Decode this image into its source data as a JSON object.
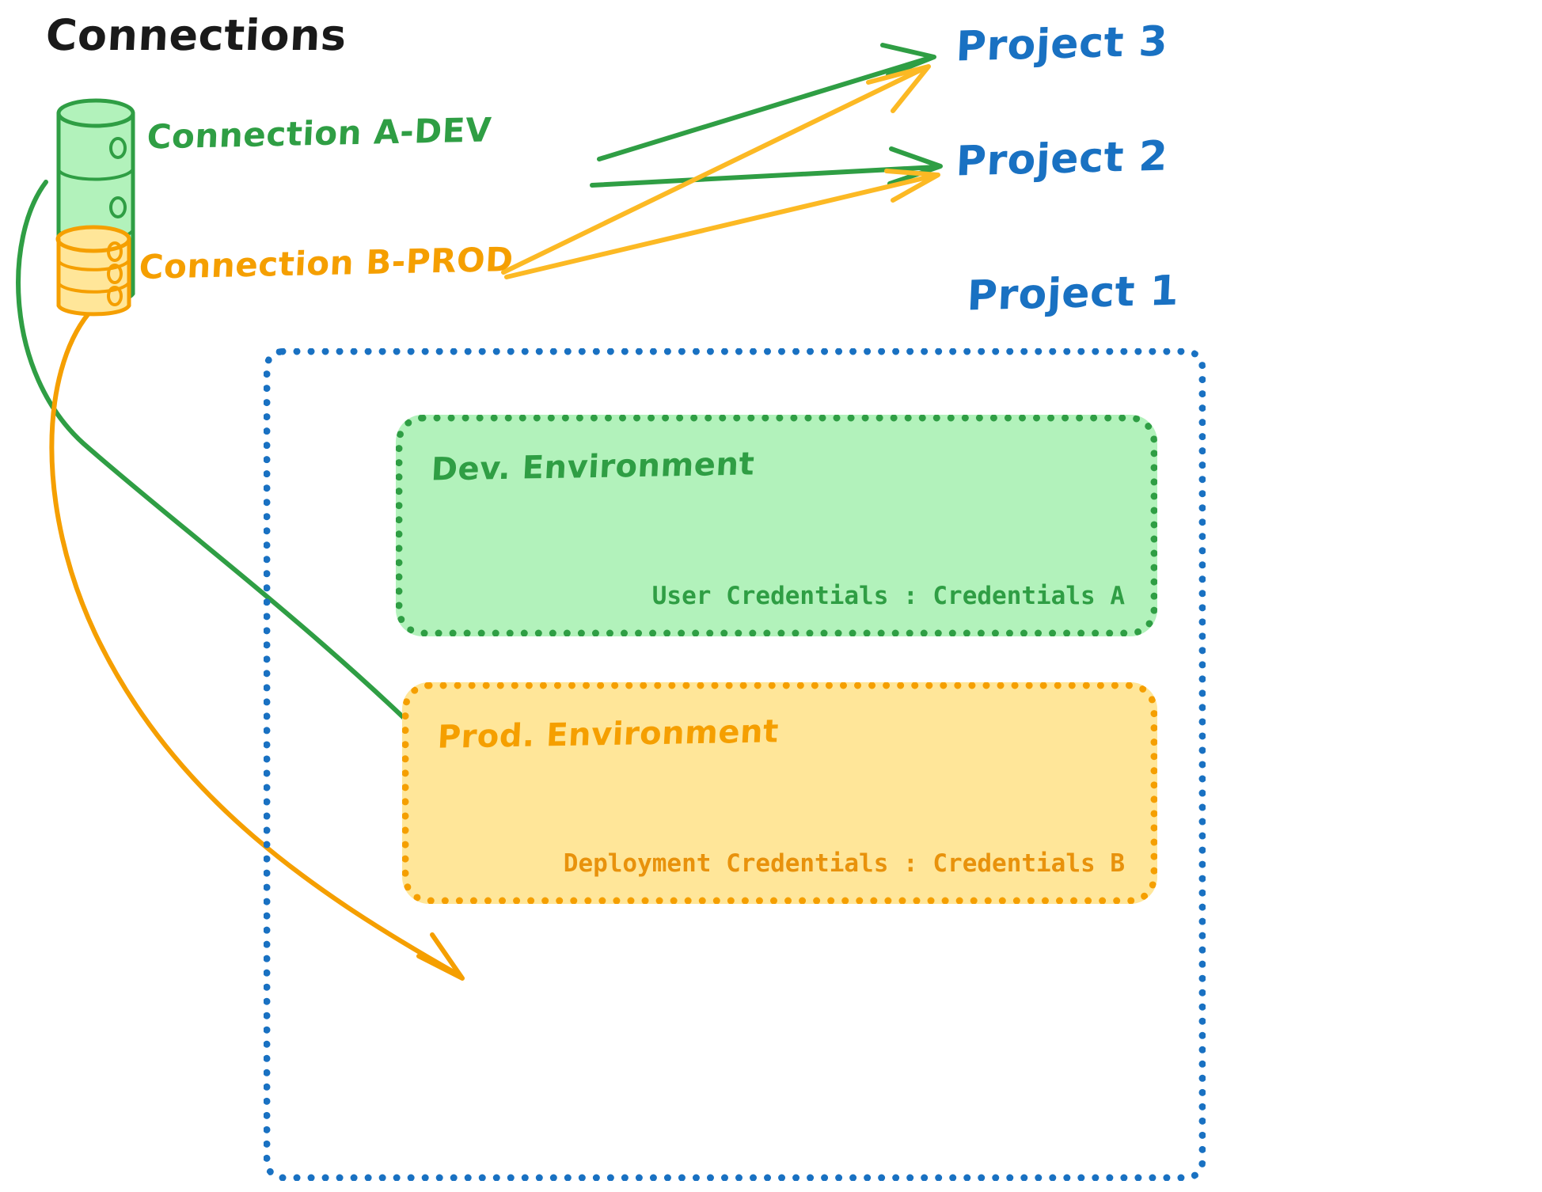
{
  "title": "Connections",
  "connections": [
    {
      "id": "a-dev",
      "label": "Connection A-DEV",
      "color": "#2f9e44",
      "fill": "#b2f2bb",
      "icon": "database-icon"
    },
    {
      "id": "b-prod",
      "label": "Connection B-PROD",
      "color": "#f59f00",
      "fill": "#ffe699",
      "icon": "database-icon"
    }
  ],
  "projects": [
    {
      "id": "project-3",
      "label": "Project 3",
      "color": "#1971c2"
    },
    {
      "id": "project-2",
      "label": "Project 2",
      "color": "#1971c2"
    },
    {
      "id": "project-1",
      "label": "Project 1",
      "color": "#1971c2"
    }
  ],
  "project1": {
    "border_color": "#1971c2",
    "environments": [
      {
        "id": "dev",
        "title": "Dev. Environment",
        "credentials_label": "User Credentials",
        "credentials_separator": ":",
        "credentials_value": "Credentials A",
        "credentials_line": "User Credentials : Credentials A",
        "color": "#2f9e44",
        "fill": "#b2f2bb"
      },
      {
        "id": "prod",
        "title": "Prod. Environment",
        "credentials_label": "Deployment Credentials",
        "credentials_separator": ":",
        "credentials_value": "Credentials B",
        "credentials_line": "Deployment Credentials : Credentials B",
        "color": "#f59f00",
        "fill": "#ffe699"
      }
    ]
  },
  "edges": [
    {
      "from": "a-dev",
      "to": "project-3",
      "color": "#2f9e44",
      "style": "straight-arrow"
    },
    {
      "from": "a-dev",
      "to": "project-2",
      "color": "#2f9e44",
      "style": "straight-arrow"
    },
    {
      "from": "a-dev",
      "to": "dev",
      "color": "#2f9e44",
      "style": "curved-arrow"
    },
    {
      "from": "b-prod",
      "to": "project-3",
      "color": "#f59f00",
      "style": "straight-arrow"
    },
    {
      "from": "b-prod",
      "to": "project-2",
      "color": "#f59f00",
      "style": "straight-arrow"
    },
    {
      "from": "b-prod",
      "to": "prod",
      "color": "#f59f00",
      "style": "curved-arrow"
    }
  ],
  "colors": {
    "green_stroke": "#2f9e44",
    "green_fill": "#b2f2bb",
    "orange_stroke": "#f59f00",
    "orange_fill": "#ffe699",
    "blue": "#1971c2",
    "black": "#1a1a1a",
    "background": "#ffffff"
  }
}
